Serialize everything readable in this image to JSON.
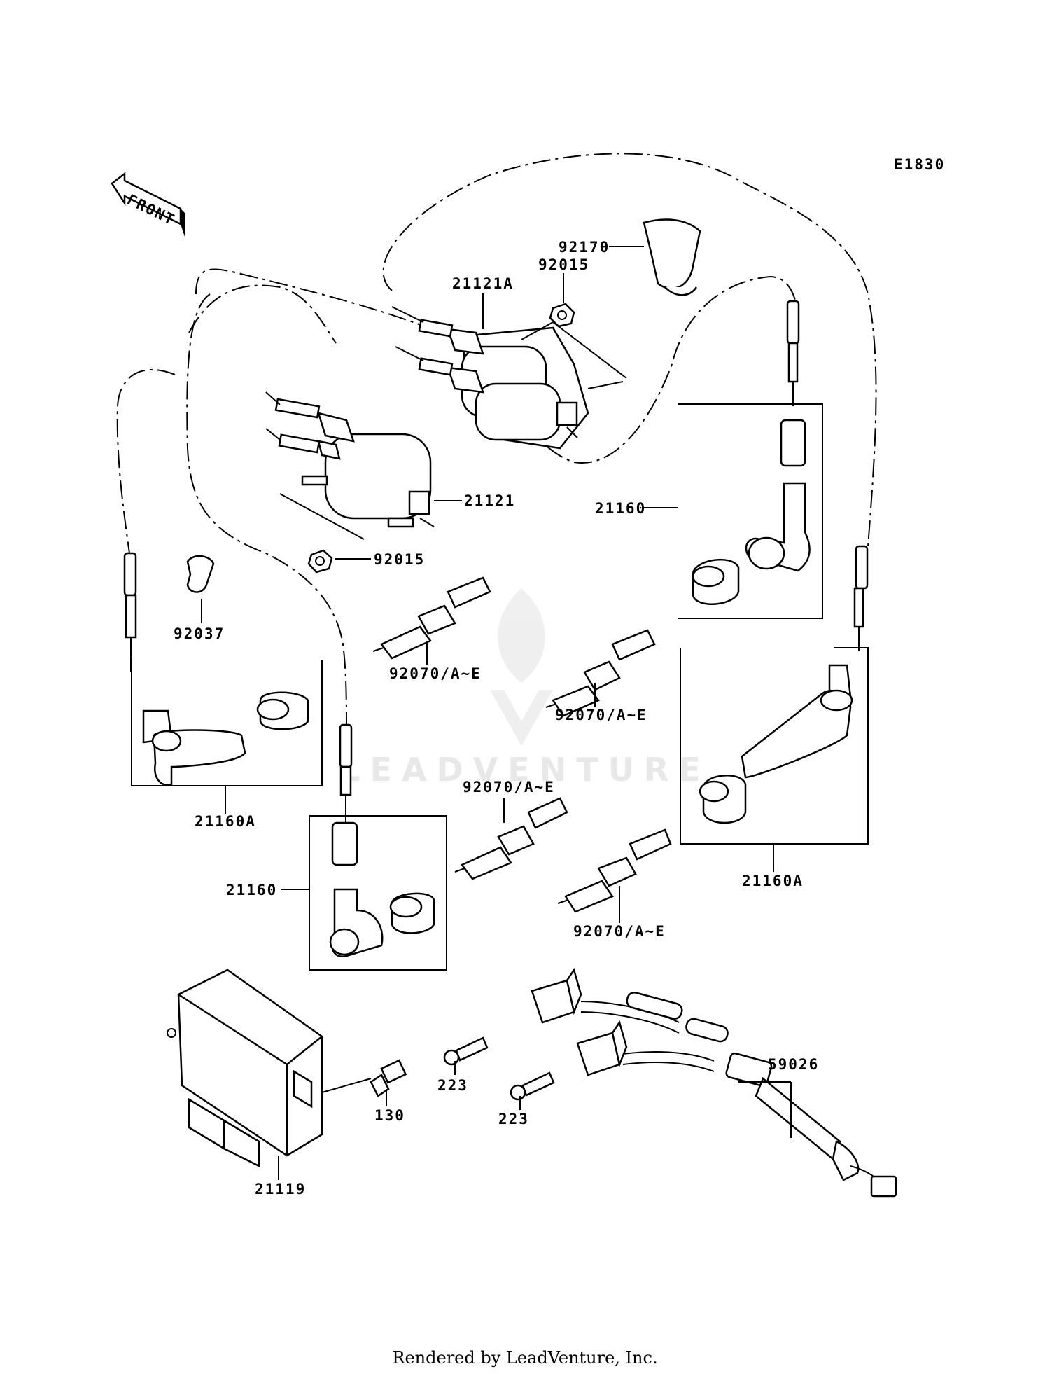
{
  "diagram": {
    "code": "E1830",
    "front_label": "FRONT",
    "watermark": "LEADVENTURE",
    "callouts": {
      "p92170": "92170",
      "p92015_top": "92015",
      "p21121A": "21121A",
      "p21121": "21121",
      "p92015_left": "92015",
      "p21160_right": "21160",
      "p92037": "92037",
      "p92070_a": "92070/A~E",
      "p92070_b": "92070/A~E",
      "p21160A_left": "21160A",
      "p92070_c": "92070/A~E",
      "p21160_left": "21160",
      "p21160A_right": "21160A",
      "p92070_d": "92070/A~E",
      "p59026": "59026",
      "p223_a": "223",
      "p223_b": "223",
      "p130": "130",
      "p21119": "21119"
    },
    "footer": "Rendered by LeadVenture, Inc."
  }
}
